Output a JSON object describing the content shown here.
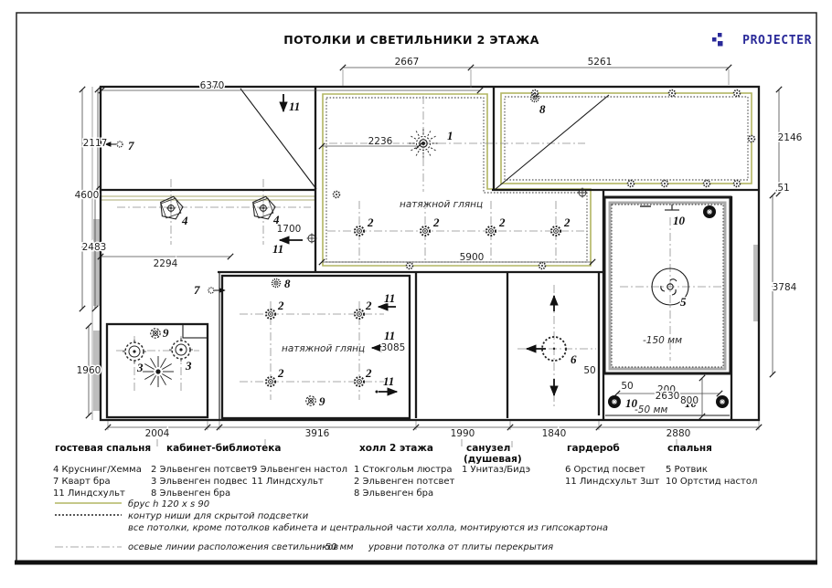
{
  "title": "ПОТОЛКИ И СВЕТИЛЬНИКИ 2 ЭТАЖА",
  "logo": {
    "text": "PROJECTER",
    "color": "#2a2a99"
  },
  "colors": {
    "beam_olive": "#b2b662",
    "line": "#1a1a1a",
    "logo_navy": "#2a2a99"
  },
  "plan": {
    "hall_ceiling": "натяжной глянц",
    "cabinet_ceiling": "натяжной глянц",
    "bedroom_level": "-150 мм",
    "niche_level": "-50 мм",
    "dims": {
      "d2667": "2667",
      "d5261": "5261",
      "d6370": "6370",
      "d2117": "2117",
      "d4600": "4600",
      "d2483": "2483",
      "d1960": "1960",
      "d2294": "2294",
      "d2236": "2236",
      "d5900": "5900",
      "d1700": "1700",
      "d3085": "3085",
      "d2146": "2146",
      "d51": "51",
      "d3784": "3784",
      "d200": "200",
      "d800": "800",
      "d50a": "50",
      "d50b": "50",
      "d2630": "2630",
      "d2004": "2004",
      "d3916": "3916",
      "d1990": "1990",
      "d1840": "1840",
      "d2880": "2880"
    },
    "fx": {
      "n1": "1",
      "n2": "2",
      "n3": "3",
      "n4": "4",
      "n5": "5",
      "n6": "6",
      "n7": "7",
      "n8": "8",
      "n9": "9",
      "n10": "10",
      "n11": "11"
    }
  },
  "rooms": {
    "guest": "гостевая спальня",
    "cabinet": "кабинет-библиотека",
    "hall": "холл 2 этажа",
    "san": "санузел",
    "san2": "(душевая)",
    "ward": "гардероб",
    "bed": "спальня"
  },
  "legend": {
    "guest": [
      "4 Круснинг/Хемма",
      "7 Кварт бра",
      "11 Линдсхульт"
    ],
    "cabinet_a": [
      "2 Эльвенген потсвет",
      "3 Эльвенген подвес",
      "8 Эльвенген бра"
    ],
    "cabinet_b": [
      "9 Эльвенген настол",
      "11 Линдсхульт"
    ],
    "hall": [
      "1 Стокгольм люстра",
      "2 Эльвенген потсвет",
      "8 Эльвенген бра"
    ],
    "san": [
      "1 Унитаз/Бидэ"
    ],
    "ward": [
      "6 Орстид посвет",
      "11 Линдсхульт 3шт"
    ],
    "bed": [
      "5 Ротвик",
      "10 Ортстид настол"
    ]
  },
  "notes": {
    "beam": "брус h 120 x s 90",
    "niche": "контур ниши для скрытой подсветки",
    "gypsum": "все потолки, кроме потолков кабинета и центральной части холла, монтируются из гипсокартона",
    "axes": "осевые линии расположения светильников",
    "level_value": "-50 мм",
    "level_text": "уровни потолка от плиты перекрытия"
  }
}
